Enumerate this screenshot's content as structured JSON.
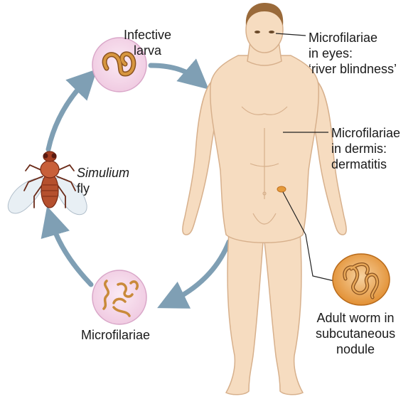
{
  "labels": {
    "infective_larva": [
      "Infective",
      "larva"
    ],
    "simulium_fly": [
      "Simulium",
      "fly"
    ],
    "microfilariae": "Microfilariae",
    "eyes": [
      "Microfilariae",
      "in eyes:",
      "‘river blindness’"
    ],
    "dermis": [
      "Microfilariae",
      "in dermis:",
      "dermatitis"
    ],
    "adult_worm": [
      "Adult worm in",
      "subcutaneous",
      "nodule"
    ]
  },
  "colors": {
    "arrow": "#7f9fb4",
    "skin": "#f6dcc0",
    "skin_outline": "#d7b08c",
    "hair": "#9a6a3a",
    "circle_fill": "#f3d9ea",
    "circle_stroke": "#d9a6c8",
    "worm": "#c98a3a",
    "worm_dark": "#8a5220",
    "nodule": "#e59a3a",
    "fly_body": "#b5502e",
    "leader_line": "#222222"
  }
}
